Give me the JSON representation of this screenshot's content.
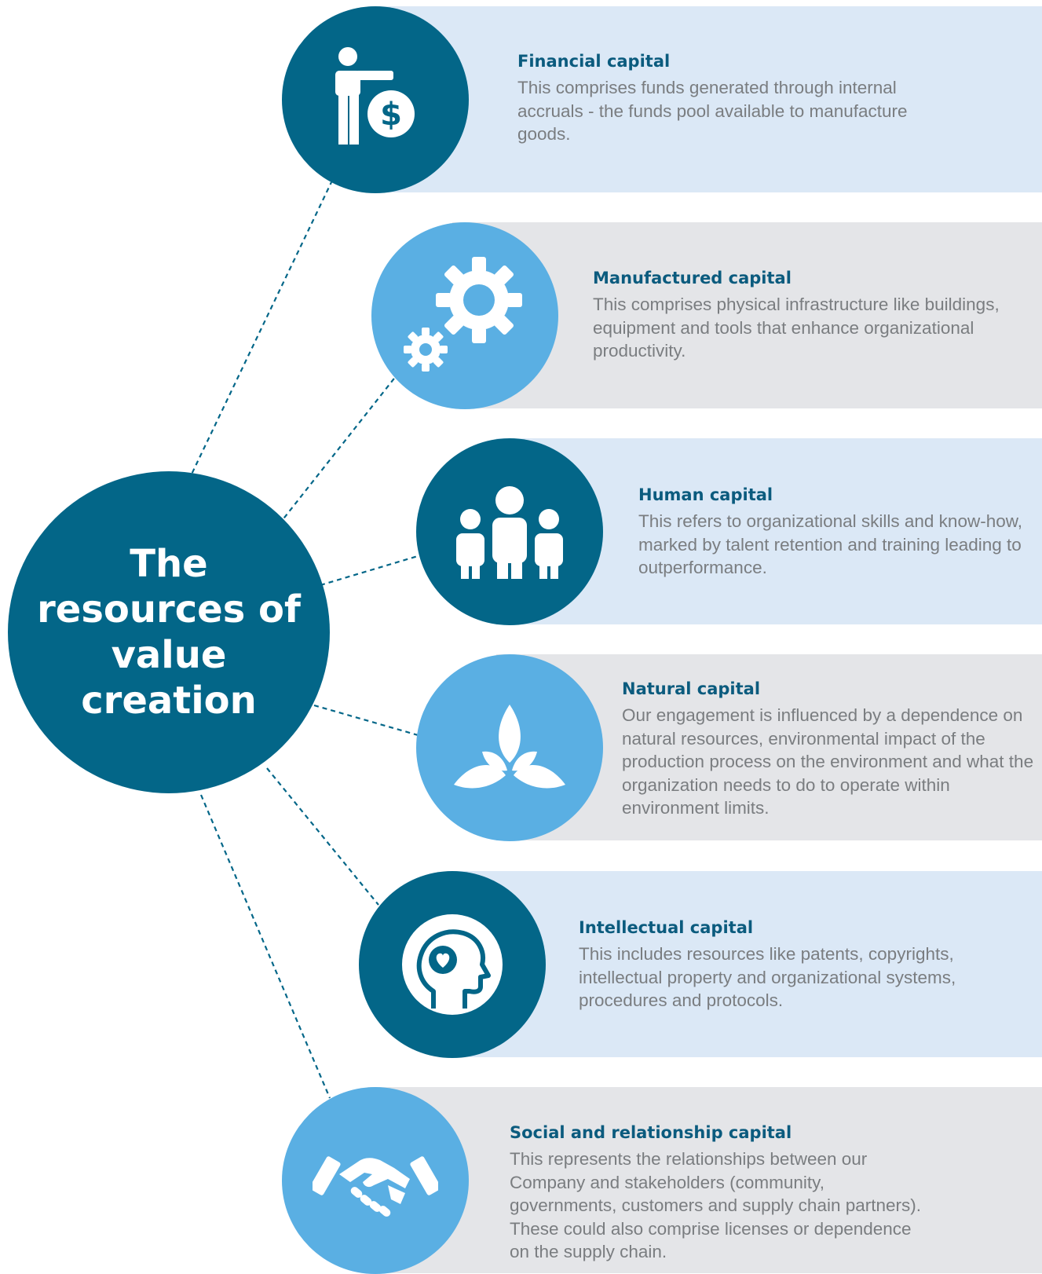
{
  "hub": {
    "title": "The resources of value creation"
  },
  "items": [
    {
      "title": "Financial capital",
      "description": "This comprises funds generated through internal accruals - the funds pool available to manufacture goods.",
      "icon": "businessman-dollar-icon"
    },
    {
      "title": "Manufactured capital",
      "description": "This comprises physical infrastructure like buildings, equipment and tools that enhance organizational productivity.",
      "icon": "gears-icon"
    },
    {
      "title": "Human capital",
      "description": "This refers to organizational skills and know-how, marked by talent retention and training leading to outperformance.",
      "icon": "people-group-icon"
    },
    {
      "title": "Natural capital",
      "description": "Our engagement is influenced by a dependence on natural resources, environmental impact of the production process on the environment and what the organization needs to do to operate within environment limits.",
      "icon": "leaves-icon"
    },
    {
      "title": "Intellectual capital",
      "description": "This includes resources like patents, copyrights, intellectual property and organizational systems, procedures and protocols.",
      "icon": "head-heart-icon"
    },
    {
      "title": "Social and relationship capital",
      "description": "This represents the relationships between our Company and stakeholders (community, governments, customers and supply chain partners). These could also comprise licenses or dependence on the supply chain.",
      "icon": "handshake-icon"
    }
  ],
  "colors": {
    "dark": "#036688",
    "light": "#5aafe3",
    "band_blue": "#dbe8f6",
    "band_grey": "#e4e5e8",
    "heading": "#0b5b7e",
    "body": "#7a7d80"
  }
}
